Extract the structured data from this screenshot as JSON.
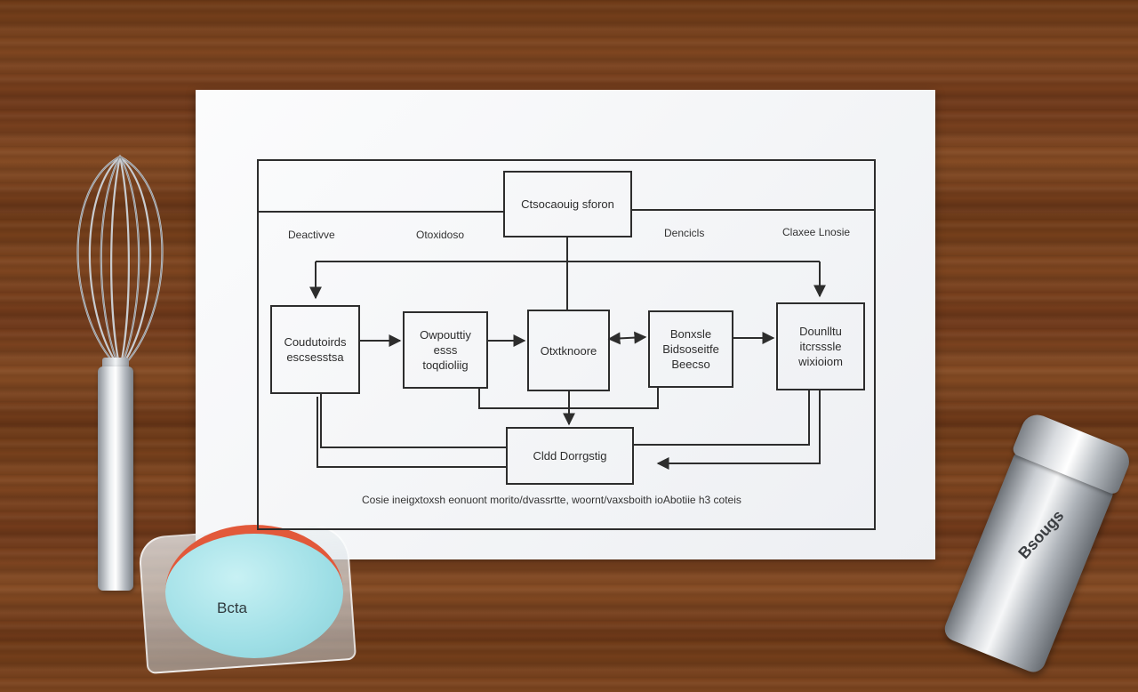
{
  "diagram": {
    "header_box": "Ctsocaouig sforon",
    "column_labels": [
      "Deactivve",
      "Otoxidoso",
      "Dencicls",
      "Claxee Lnosie"
    ],
    "nodes": [
      {
        "id": "n1",
        "label": "Coudutoirds\nescsesstsa"
      },
      {
        "id": "n2",
        "label": "Owpouttiy\nesss\ntoqdioliig"
      },
      {
        "id": "n3",
        "label": "Otxtknoore"
      },
      {
        "id": "n4",
        "label": "Bonxsle\nBidsoseitfe\nBeecso"
      },
      {
        "id": "n5",
        "label": "Dounlltu\nitcrsssle\nwixioiom"
      },
      {
        "id": "n6",
        "label": "Cldd Dorrgstig"
      }
    ],
    "caption": "Cosie ineigxtoxsh eonuont morito/dvassrtte, woornt/vaxsboith ioAbotiie h3 coteis"
  },
  "objects": {
    "whisk": "whisk",
    "shaker_label": "Bsougs",
    "cup_label": "Bcta"
  },
  "colors": {
    "wood": "#74401c",
    "paper": "#f6f7f9",
    "ink": "#2d2d2d",
    "cup_lid": "#9fdfe6",
    "cup_rim": "#e2593a"
  }
}
